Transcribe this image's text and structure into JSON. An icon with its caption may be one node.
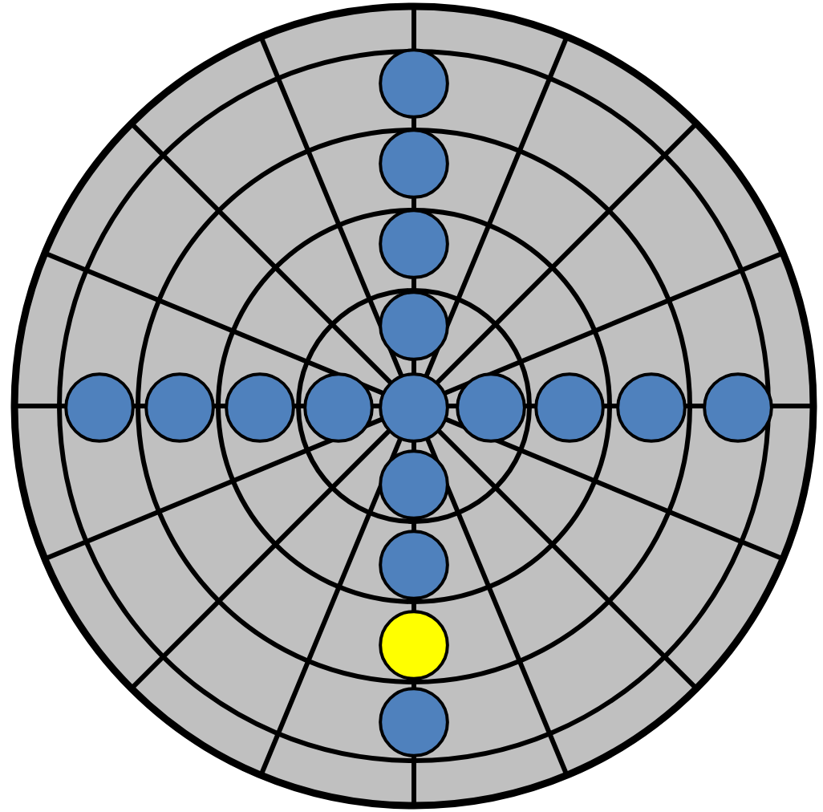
{
  "diagram": {
    "nodes": [
      {
        "text": [],
        "shape": "circle"
      },
      {
        "text": [],
        "shape": "circle"
      },
      {
        "text": [],
        "shape": "circle"
      },
      {
        "text": [],
        "shape": "circle"
      },
      {
        "text": [],
        "shape": "circle"
      },
      {
        "text": [],
        "shape": "circle"
      },
      {
        "text": [],
        "shape": "circle"
      },
      {
        "text": [],
        "shape": "circle"
      },
      {
        "text": [],
        "shape": "circle"
      },
      {
        "text": [],
        "shape": "circle"
      },
      {
        "text": [],
        "shape": "circle"
      },
      {
        "text": [],
        "shape": "circle"
      },
      {
        "text": [],
        "shape": "circle"
      },
      {
        "text": [],
        "shape": "circle"
      },
      {
        "text": [],
        "shape": "circle"
      },
      {
        "text": [],
        "shape": "circle"
      },
      {
        "text": [],
        "shape": "circle"
      }
    ]
  }
}
